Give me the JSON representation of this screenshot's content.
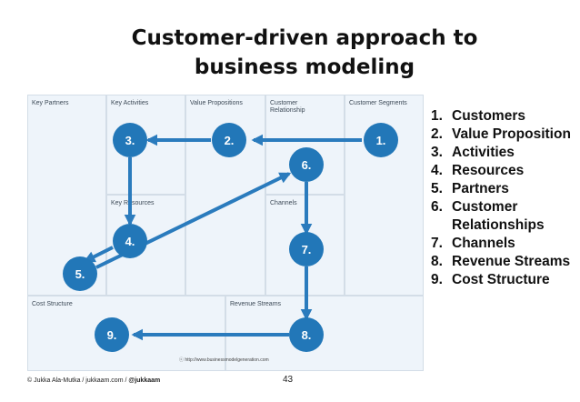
{
  "title_line1": "Customer-driven approach to",
  "title_line2": "business modeling",
  "canvas": {
    "key_partners": "Key Partners",
    "key_activities": "Key Activities",
    "value_propositions": "Value Propositions",
    "customer_relationship": "Customer Relationship",
    "customer_segments": "Customer Segments",
    "key_resources": "Key Resources",
    "channels": "Channels",
    "cost_structure": "Cost Structure",
    "revenue_streams": "Revenue Streams",
    "source_url": "http://www.businessmodelgeneration.com"
  },
  "nodes": [
    "1.",
    "2.",
    "3.",
    "4.",
    "5.",
    "6.",
    "7.",
    "8.",
    "9."
  ],
  "list": [
    {
      "num": "1.",
      "text": "Customers"
    },
    {
      "num": "2.",
      "text": "Value Proposition"
    },
    {
      "num": "3.",
      "text": "Activities"
    },
    {
      "num": "4.",
      "text": "Resources"
    },
    {
      "num": "5.",
      "text": "Partners"
    },
    {
      "num": "6.",
      "text": "Customer Relationships"
    },
    {
      "num": "7.",
      "text": "Channels"
    },
    {
      "num": "8.",
      "text": "Revenue Streams"
    },
    {
      "num": "9.",
      "text": "Cost Structure"
    }
  ],
  "footer": {
    "credit_prefix": "© Jukka Ala-Mutka / jukkaam.com / ",
    "credit_handle": "@jukkaam",
    "page_number": "43"
  },
  "colors": {
    "node_fill": "#2277b8",
    "arrow": "#2a7bbd",
    "block_bg": "#eef4fa",
    "block_border": "#d3dde7"
  }
}
